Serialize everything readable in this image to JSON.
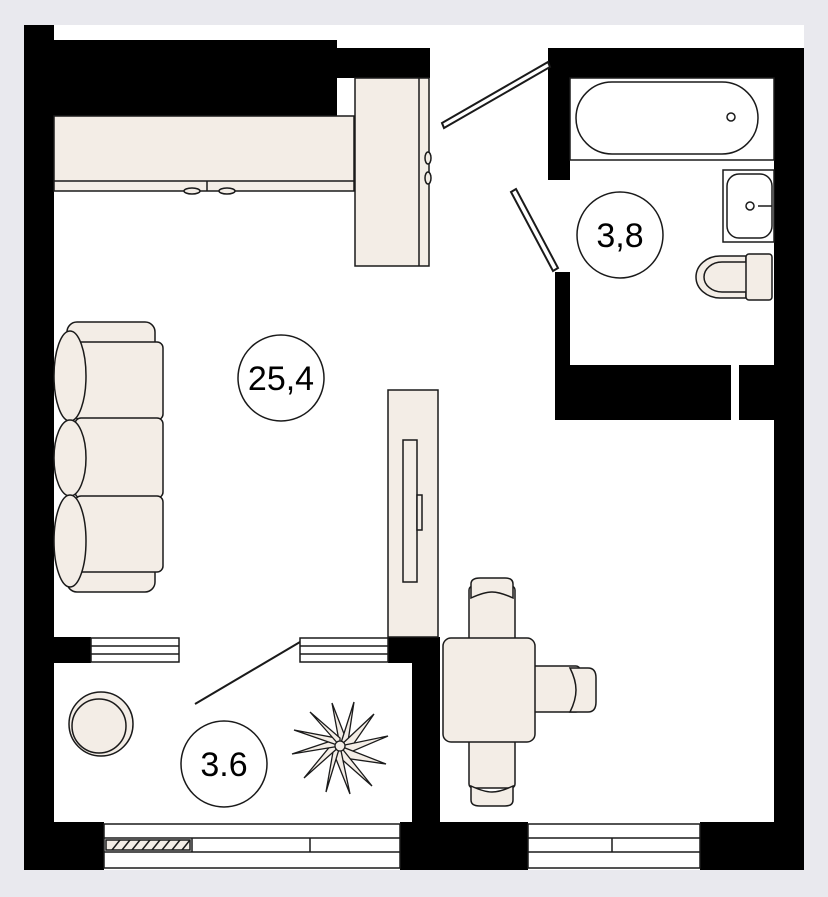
{
  "colors": {
    "wall": "#000000",
    "furniture_fill": "#f3ede6",
    "floor": "#ffffff",
    "background": "#e9e9ee",
    "line": "#1a1a1a"
  },
  "rooms": {
    "living": {
      "area_label": "25,4"
    },
    "bathroom": {
      "area_label": "3,8"
    },
    "balcony": {
      "area_label": "3.6"
    }
  },
  "icons": [
    "sofa-icon",
    "bathtub-icon",
    "sink-icon",
    "toilet-icon",
    "dining-table-icon",
    "chair-icon",
    "armchair-icon",
    "plant-icon",
    "tv-icon",
    "wardrobe-icon",
    "door-icon",
    "window-icon"
  ]
}
